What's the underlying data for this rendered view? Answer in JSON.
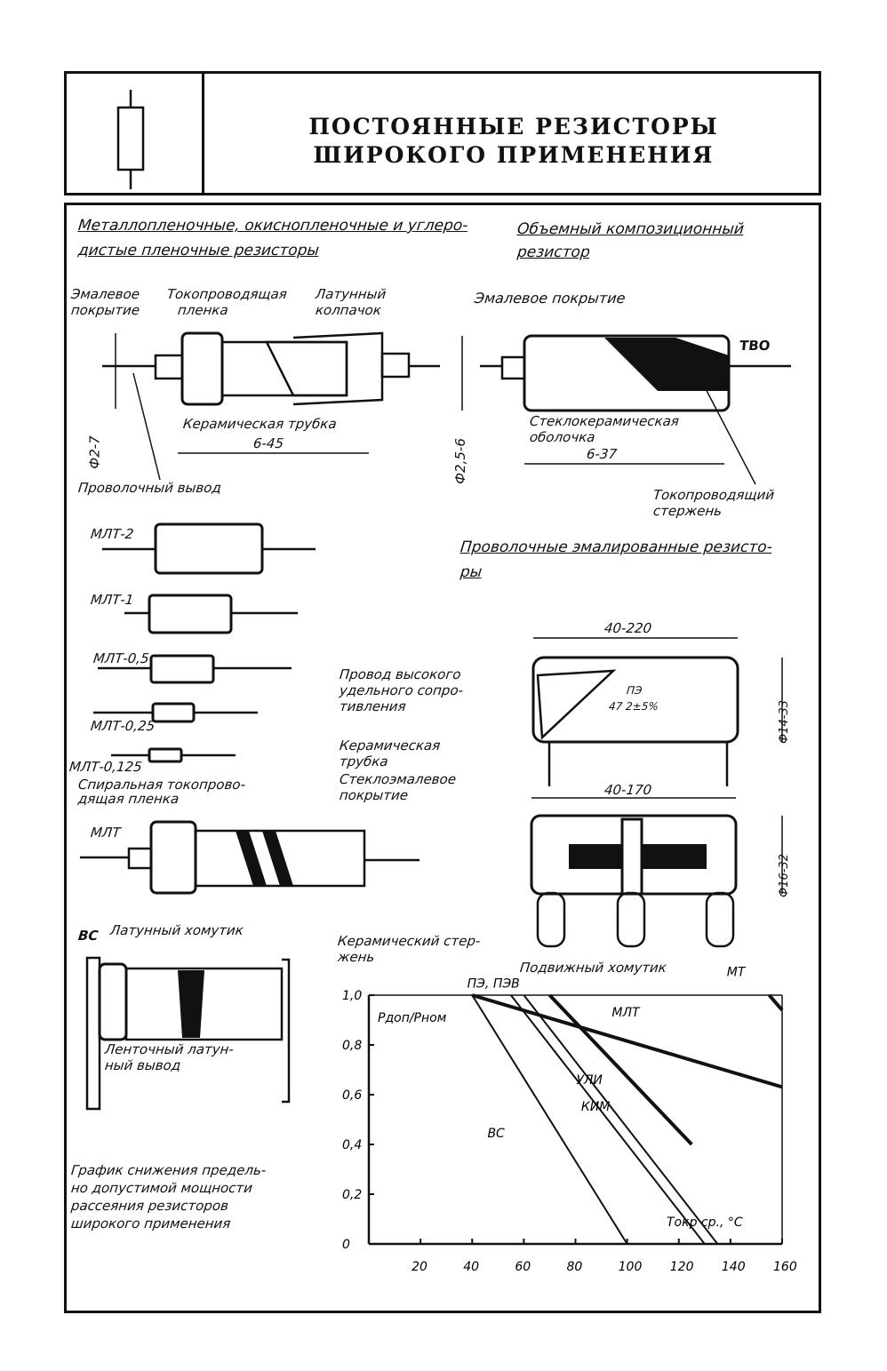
{
  "header": {
    "title_line1": "ПОСТОЯННЫЕ РЕЗИСТОРЫ",
    "title_line2": "ШИРОКОГО ПРИМЕНЕНИЯ",
    "symbol_icon": "resistor-symbol-icon"
  },
  "film": {
    "heading_line1": "Металлопленочные, окиснопленочные и углеро-",
    "heading_line2": "дистые пленочные резисторы",
    "coating": [
      "Эмалевое",
      "покрытие"
    ],
    "film": [
      "Токопроводящая",
      "пленка"
    ],
    "cap": [
      "Латунный",
      "колпачок"
    ],
    "tube": "Керамическая трубка",
    "length": "6-45",
    "diameter": "Ф2-7",
    "lead": "Проволочный вывод"
  },
  "bulk": {
    "heading_line1": "Объемный композиционный",
    "heading_line2": "резистор",
    "coating": "Эмалевое покрытие",
    "type": "ТВО",
    "shell": [
      "Стеклокерамическая",
      "оболочка"
    ],
    "length": "6-37",
    "diameter": "Ф2,5-6",
    "core": [
      "Токопроводящий",
      "стержень"
    ]
  },
  "mlt": {
    "sizes": [
      "МЛТ-2",
      "МЛТ-1",
      "МЛТ-0,5",
      "МЛТ-0,25",
      "МЛТ-0,125"
    ],
    "spiral": [
      "Спиральная токопрово-",
      "дящая пленка"
    ],
    "label": "МЛТ"
  },
  "wire": {
    "heading_line1": "Проволочные эмалированные резисто-",
    "heading_line2": "ры",
    "len1": "40-220",
    "dia1": "Ф14-33",
    "marking1": "ПЭ",
    "marking2": "47 2±5%",
    "wire": [
      "Провод высокого",
      "удельного сопро-",
      "тивления"
    ],
    "tube": [
      "Керамическая",
      "трубка"
    ],
    "enamel": [
      "Стеклоэмалевое",
      "покрытие"
    ],
    "len2": "40-170",
    "dia2": "Ф16-32",
    "clamp": "Подвижный хомутик"
  },
  "vs": {
    "label": "ВС",
    "clamp": "Латунный хомутик",
    "rod": [
      "Керамический стер-",
      "жень"
    ],
    "lead": [
      "Ленточный латун-",
      "ный вывод"
    ]
  },
  "caption": [
    "График снижения предель-",
    "но допустимой мощности",
    "рассеяния резисторов",
    "широкого применения"
  ],
  "chart_data": {
    "type": "line",
    "ylabel": "Рдоп/Рном",
    "xlabel": "Токр ср., °С",
    "xlim": [
      0,
      160
    ],
    "ylim": [
      0,
      1.0
    ],
    "x_ticks": [
      "20",
      "40",
      "60",
      "80",
      "100",
      "120",
      "140",
      "160"
    ],
    "y_ticks": [
      "0",
      "0,2",
      "0,4",
      "0,6",
      "0,8",
      "1,0"
    ],
    "series": [
      {
        "name": "ВС",
        "x": [
          40,
          100
        ],
        "y": [
          1.0,
          0.0
        ]
      },
      {
        "name": "КИМ",
        "x": [
          55,
          130
        ],
        "y": [
          1.0,
          0.0
        ]
      },
      {
        "name": "УЛИ",
        "x": [
          60,
          135
        ],
        "y": [
          1.0,
          0.0
        ]
      },
      {
        "name": "МЛТ",
        "x": [
          70,
          125
        ],
        "y": [
          1.0,
          0.4
        ]
      },
      {
        "name": "ПЭ, ПЭВ",
        "x": [
          40,
          170
        ],
        "y": [
          1.0,
          0.6
        ]
      },
      {
        "name": "МТ",
        "x": [
          155,
          170
        ],
        "y": [
          1.0,
          0.82
        ]
      }
    ]
  }
}
